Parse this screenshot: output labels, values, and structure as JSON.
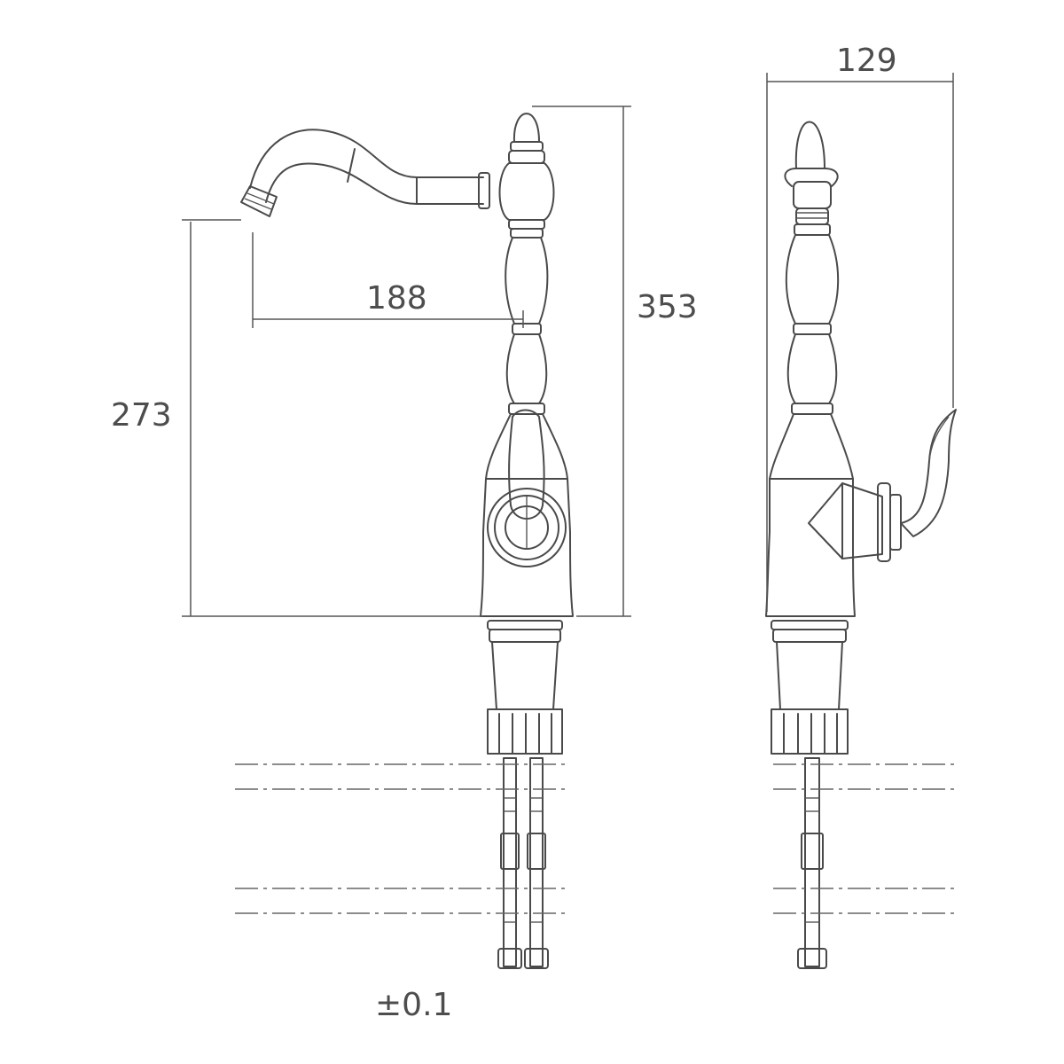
{
  "dimensions": {
    "spout_reach": "188",
    "overall_height": "353",
    "spout_height": "273",
    "side_width": "129"
  },
  "tolerance": "±0.1",
  "colors": {
    "line": "#4a4a4a",
    "background": "#ffffff"
  }
}
